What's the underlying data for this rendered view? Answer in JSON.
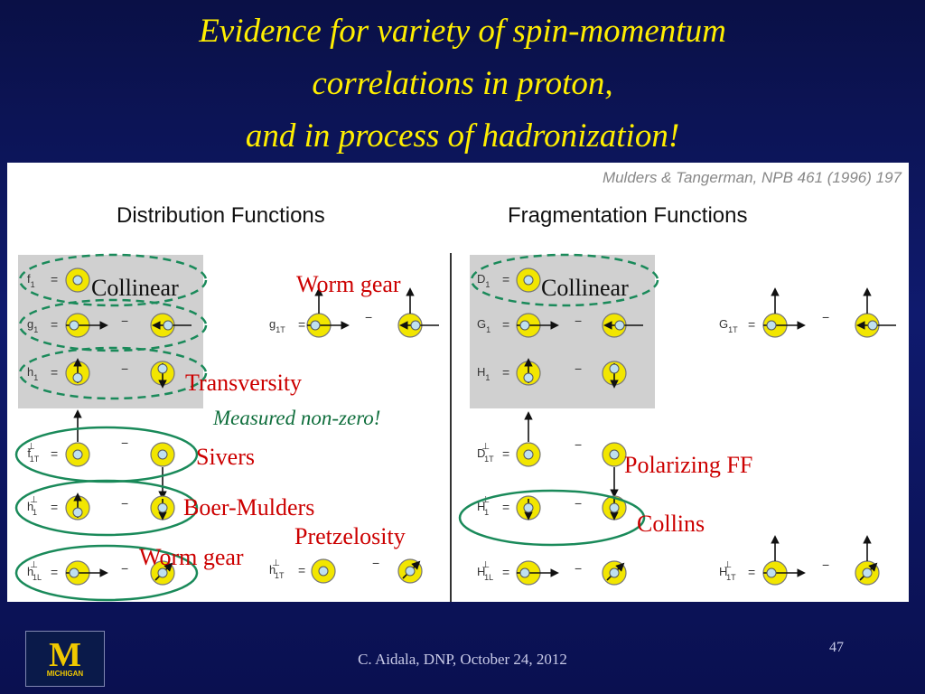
{
  "title": {
    "line1": "Evidence for variety of spin-momentum",
    "line2": "correlations in proton,",
    "line3": "and in process of hadronization!"
  },
  "citation": "Mulders & Tangerman, NPB 461 (1996) 197",
  "headers": {
    "distribution": "Distribution Functions",
    "fragmentation": "Fragmentation Functions"
  },
  "distribution_rows": [
    {
      "main": "f",
      "sub": "1",
      "sup": ""
    },
    {
      "main": "g",
      "sub": "1",
      "sup": ""
    },
    {
      "main": "h",
      "sub": "1",
      "sup": ""
    },
    {
      "main": "f",
      "sub": "1T",
      "sup": "⊥"
    },
    {
      "main": "h",
      "sub": "1",
      "sup": "⊥"
    },
    {
      "main": "h",
      "sub": "1L",
      "sup": "⊥"
    }
  ],
  "distribution_extra": [
    {
      "main": "g",
      "sub": "1T",
      "sup": ""
    },
    {
      "main": "h",
      "sub": "1T",
      "sup": "⊥"
    }
  ],
  "fragmentation_rows": [
    {
      "main": "D",
      "sub": "1",
      "sup": ""
    },
    {
      "main": "G",
      "sub": "1",
      "sup": ""
    },
    {
      "main": "H",
      "sub": "1",
      "sup": ""
    },
    {
      "main": "D",
      "sub": "1T",
      "sup": "⊥"
    },
    {
      "main": "H",
      "sub": "1",
      "sup": "⊥"
    },
    {
      "main": "H",
      "sub": "1L",
      "sup": "⊥"
    }
  ],
  "fragmentation_extra": [
    {
      "main": "G",
      "sub": "1T",
      "sup": ""
    },
    {
      "main": "H",
      "sub": "1T",
      "sup": "⊥"
    }
  ],
  "symbols": {
    "equals": "=",
    "minus": "−"
  },
  "annotations": {
    "collinear_left": "Collinear",
    "worm_gear_top": "Worm gear",
    "collinear_right": "Collinear",
    "transversity": "Transversity",
    "measured": "Measured non-zero!",
    "sivers": "Sivers",
    "polarizing_ff": "Polarizing FF",
    "boer_mulders": "Boer-Mulders",
    "pretzelosity": "Pretzelosity",
    "collins": "Collins",
    "worm_gear_bottom": "Worm gear"
  },
  "footer": "C. Aidala, DNP, October 24, 2012",
  "page_number": "47",
  "logo": {
    "letter": "M",
    "text": "MICHIGAN"
  },
  "colors": {
    "background": "#0f1a6e",
    "title": "#ffee00",
    "annotation_red": "#cc0000",
    "annotation_green": "#0f6e3c",
    "ellipse_green": "#1a8a5a",
    "nucleon_fill": "#f2e600",
    "quark_fill": "#bfe0f0",
    "gray_box": "#d0d0d0"
  }
}
